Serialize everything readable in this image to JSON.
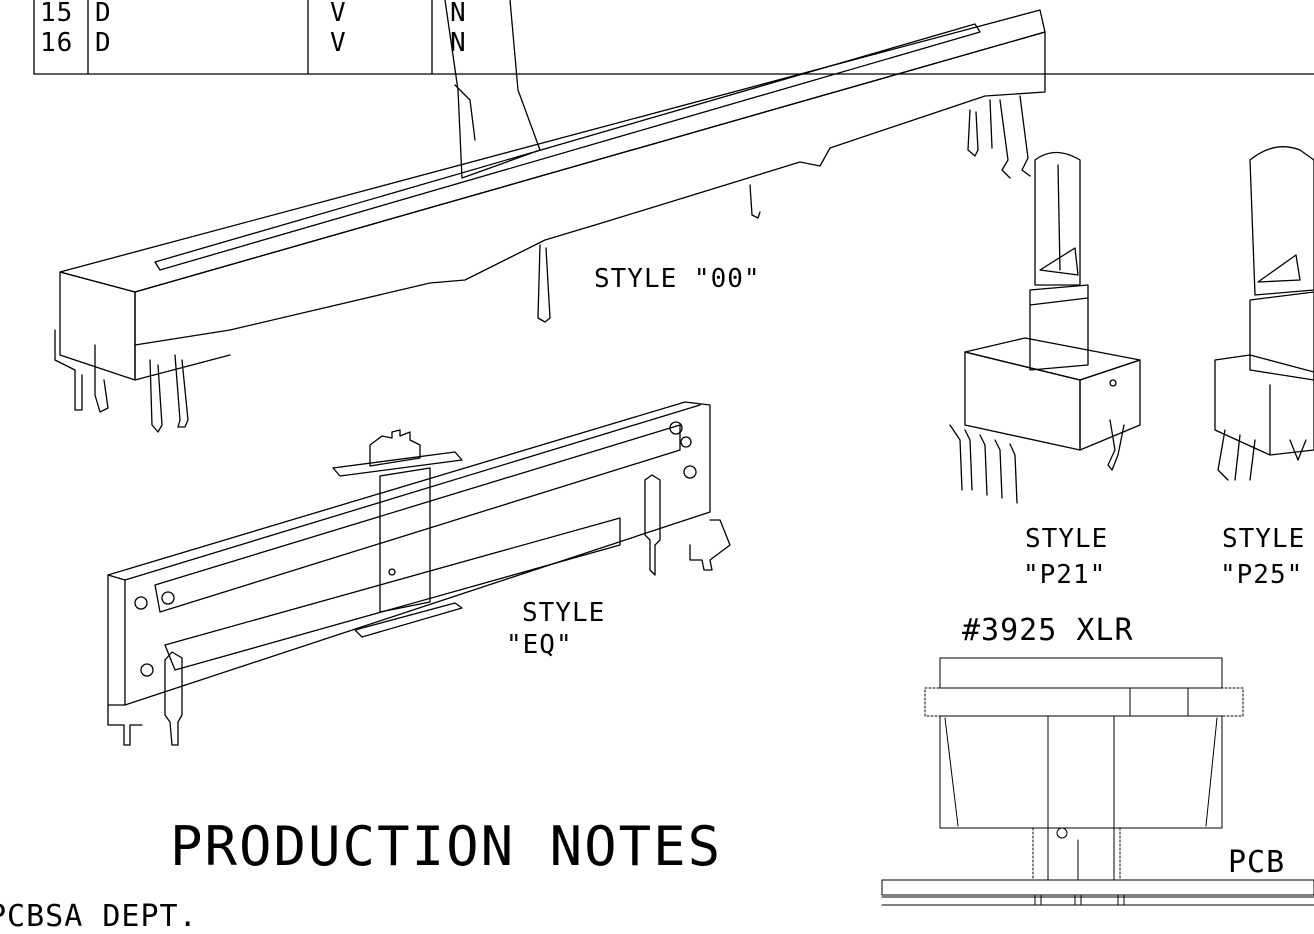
{
  "table": {
    "rows": [
      {
        "num": "15",
        "c1": "D",
        "c2": "V",
        "c3": "N"
      },
      {
        "num": "16",
        "c1": "D",
        "c2": "V",
        "c3": "N"
      }
    ]
  },
  "labels": {
    "style_00": "STYLE \"00\"",
    "style_eq_line1": "STYLE",
    "style_eq_line2": "\"EQ\"",
    "style_p21_line1": "STYLE",
    "style_p21_line2": "\"P21\"",
    "style_p25_line1": "STYLE",
    "style_p25_line2": "\"P25\"",
    "xlr_title": "#3925 XLR",
    "pcb": "PCB",
    "production_notes": "PRODUCTION NOTES",
    "dept": "PCBSA DEPT."
  }
}
